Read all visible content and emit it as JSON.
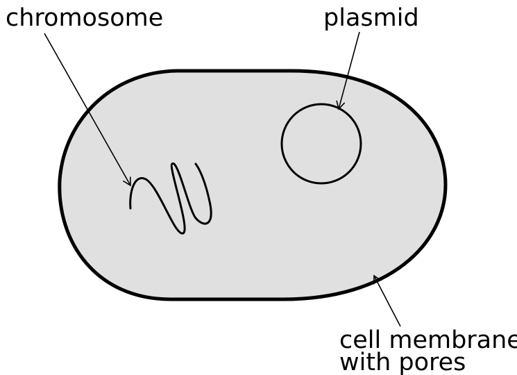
{
  "labels": {
    "chromosome": "chromosome",
    "plasmid": "plasmid",
    "membrane_line1": "cell membrane",
    "membrane_line2": "with pores"
  },
  "colors": {
    "cell_fill": "#e0e0e0",
    "stroke": "#000000",
    "background": "#ffffff"
  }
}
